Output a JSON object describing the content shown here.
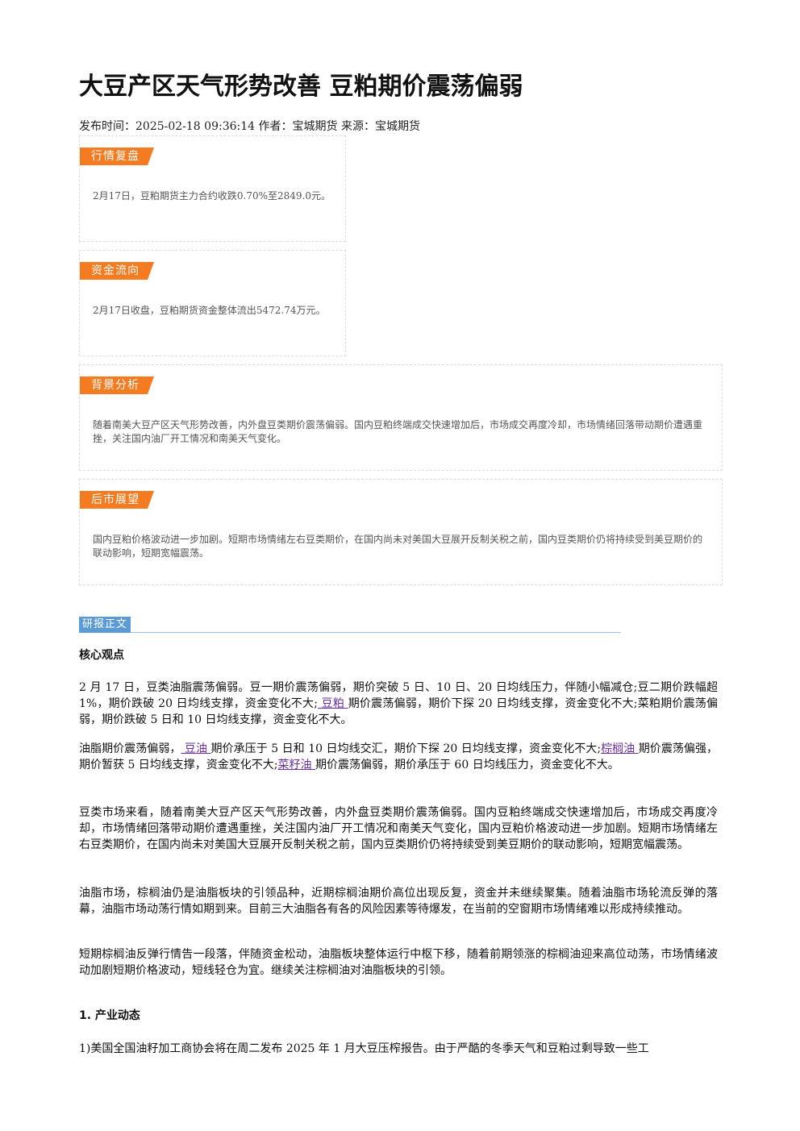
{
  "article": {
    "title": "大豆产区天气形势改善 豆粕期价震荡偏弱",
    "meta": "发布时间：2025-02-18 09:36:14 作者：宝城期货 来源：宝城期货"
  },
  "cards": {
    "market": {
      "tag": "行情复盘",
      "text": "2月17日，豆粕期货主力合约收跌0.70%至2849.0元。"
    },
    "funds": {
      "tag": "资金流向",
      "text": "2月17日收盘，豆粕期货资金整体流出5472.74万元。"
    },
    "background": {
      "tag": "背景分析",
      "text": "随着南美大豆产区天气形势改善，内外盘豆类期价震荡偏弱。国内豆粕终端成交快速增加后，市场成交再度冷却，市场情绪回落带动期价遭遇重挫，关注国内油厂开工情况和南美天气变化。"
    },
    "outlook": {
      "tag": "后市展望",
      "text": "国内豆粕价格波动进一步加剧。短期市场情绪左右豆类期价，在国内尚未对美国大豆展开反制关税之前，国内豆类期价仍将持续受到美豆期价的联动影响，短期宽幅震荡。"
    }
  },
  "report": {
    "section_tag": "研报正文",
    "core_heading": "核心观点",
    "p1_a": "2 月 17 日，豆类油脂震荡偏弱。豆一期价震荡偏弱，期价突破 5 日、10 日、20 日均线压力，伴随小幅减仓;豆二期价跌幅超 1%，期价跌破 20 日均线支撑，资金变化不大;",
    "p1_link": " 豆粕 ",
    "p1_b": "期价震荡偏弱，期价下探 20 日均线支撑，资金变化不大;菜粕期价震荡偏弱，期价跌破 5 日和 10 日均线支撑，资金变化不大。",
    "p2_a": "油脂期价震荡偏弱，",
    "p2_link1": " 豆油 ",
    "p2_b": "期价承压于 5 日和 10 日均线交汇，期价下探 20 日均线支撑，资金变化不大;",
    "p2_link2": "棕榈油 ",
    "p2_c": "期价震荡偏强，期价暂获 5 日均线支撑，资金变化不大;",
    "p2_link3": "菜籽油 ",
    "p2_d": "期价震荡偏弱，期价承压于 60 日均线压力，资金变化不大。",
    "p3": "豆类市场来看，随着南美大豆产区天气形势改善，内外盘豆类期价震荡偏弱。国内豆粕终端成交快速增加后，市场成交再度冷却，市场情绪回落带动期价遭遇重挫，关注国内油厂开工情况和南美天气变化，国内豆粕价格波动进一步加剧。短期市场情绪左右豆类期价，在国内尚未对美国大豆展开反制关税之前，国内豆类期价仍将持续受到美豆期价的联动影响，短期宽幅震荡。",
    "p4": "油脂市场，棕榈油仍是油脂板块的引领品种，近期棕榈油期价高位出现反复，资金并未继续聚集。随着油脂市场轮流反弹的落幕，油脂市场动荡行情如期到来。目前三大油脂各有各的风险因素等待爆发，在当前的空窗期市场情绪难以形成持续推动。",
    "p5": "短期棕榈油反弹行情告一段落，伴随资金松动，油脂板块整体运行中枢下移，随着前期领涨的棕榈油迎来高位动荡，市场情绪波动加剧短期价格波动，短线轻仓为宜。继续关注棕榈油对油脂板块的引领。",
    "industry_heading": "1. 产业动态",
    "p6": "1)美国全国油籽加工商协会将在周二发布 2025 年 1 月大豆压榨报告。由于严酷的冬季天气和豆粕过剩导致一些工"
  }
}
